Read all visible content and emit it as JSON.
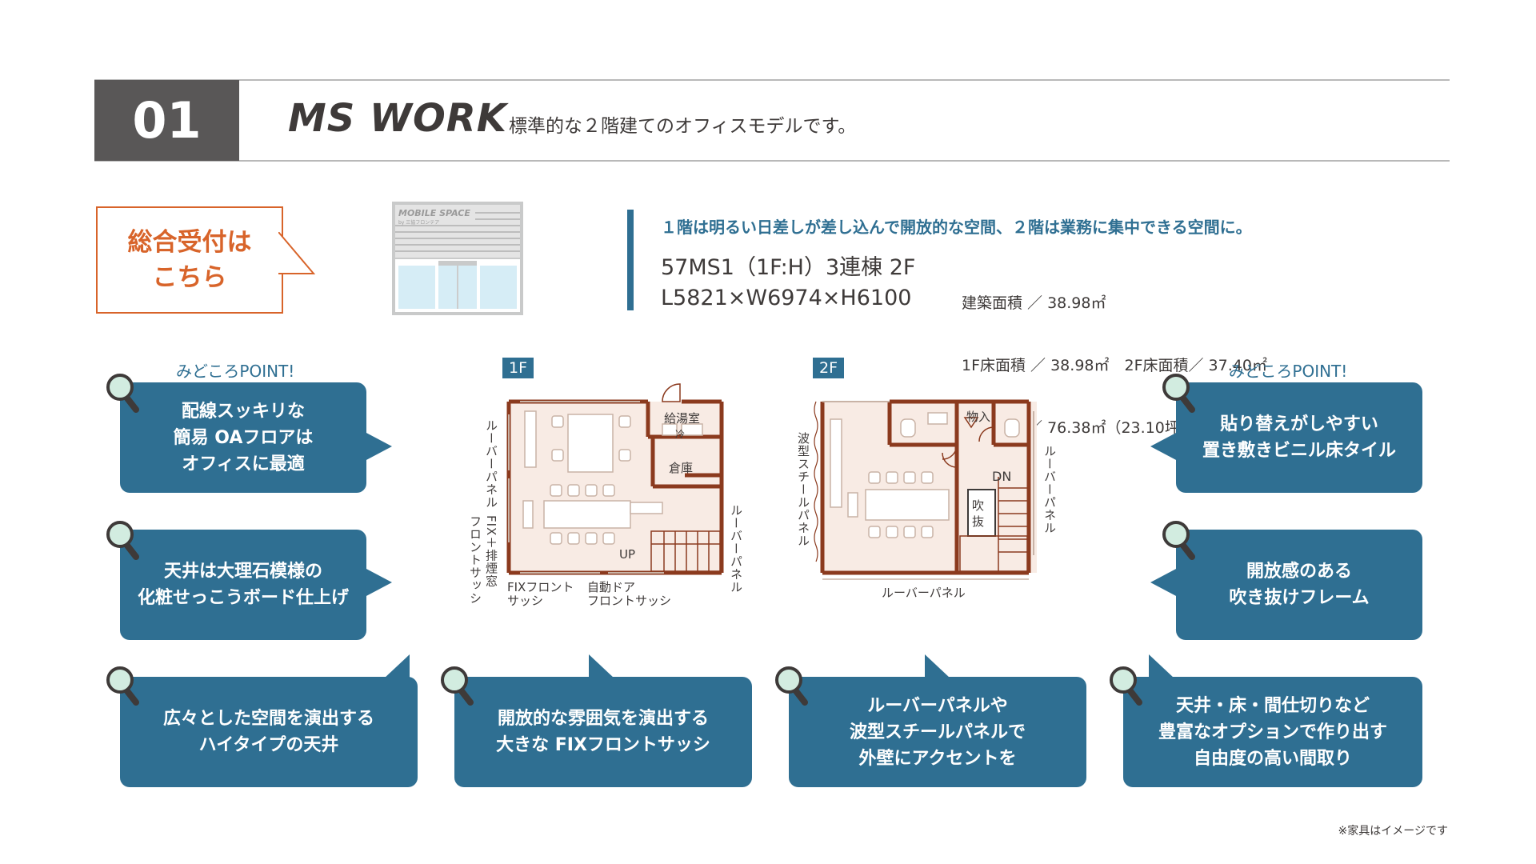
{
  "header": {
    "number": "01",
    "title": "MS WORK",
    "description": "標準的な２階建てのオフィスモデルです。"
  },
  "reception": {
    "line1": "総合受付は",
    "line2": "こちら"
  },
  "thumbnail": {
    "brand": "MOBILE SPACE",
    "sub": "by 三協フロンテア"
  },
  "spec": {
    "lead": "１階は明るい日差しが差し込んで開放的な空間、２階は業務に集中できる空間に。",
    "model": "57MS1（1F:H）3連棟 2F",
    "dimensions": "L5821×W6974×H6100",
    "area1": "建築面積 ／ 38.98㎡",
    "area2": "1F床面積 ／ 38.98㎡　2F床面積／ 37.40㎡",
    "area3": "延床面積 ／ 76.38㎡（23.10坪）"
  },
  "points": {
    "left_label": "みどころPOINT!",
    "right_label": "みどころPOINT!",
    "left1": [
      "配線スッキリな",
      "簡易 OAフロアは",
      "オフィスに最適"
    ],
    "left2": [
      "天井は大理石模様の",
      "化粧せっこうボード仕上げ"
    ],
    "bottom1": [
      "広々とした空間を演出する",
      "ハイタイプの天井"
    ],
    "bottom2": [
      "開放的な雰囲気を演出する",
      "大きな FIXフロントサッシ"
    ],
    "bottom3": [
      "ルーバーパネルや",
      "波型スチールパネルで",
      "外壁にアクセントを"
    ],
    "bottom4": [
      "天井・床・間仕切りなど",
      "豊富なオプションで作り出す",
      "自由度の高い間取り"
    ],
    "right1": [
      "貼り替えがしやすい",
      "置き敷きビニル床タイル"
    ],
    "right2": [
      "開放感のある",
      "吹き抜けフレーム"
    ]
  },
  "plan1": {
    "tag": "1F",
    "kitchen": "給湯室",
    "fridge": "冷",
    "storage": "倉庫",
    "up": "UP",
    "left_louver": "ルーバーパネル",
    "fix_smoke": "FIX＋排煙窓",
    "front_sash": "フロントサッシ",
    "right_louver": "ルーバーパネル",
    "bottom_fix1": "FIXフロント",
    "bottom_fix2": "サッシ",
    "bottom_auto1": "自動ドア",
    "bottom_auto2": "フロントサッシ"
  },
  "plan2": {
    "tag": "2F",
    "storage": "物入",
    "dn": "DN",
    "void1": "吹",
    "void2": "抜",
    "left_panel": "波型スチールパネル",
    "right_louver": "ルーバーパネル",
    "bottom_louver": "ルーバーパネル"
  },
  "footnote": "※家具はイメージです",
  "colors": {
    "accent": "#2f6f92",
    "orange": "#d8642a",
    "wall": "#8b3a1e",
    "floor": "#f8ebe4"
  }
}
